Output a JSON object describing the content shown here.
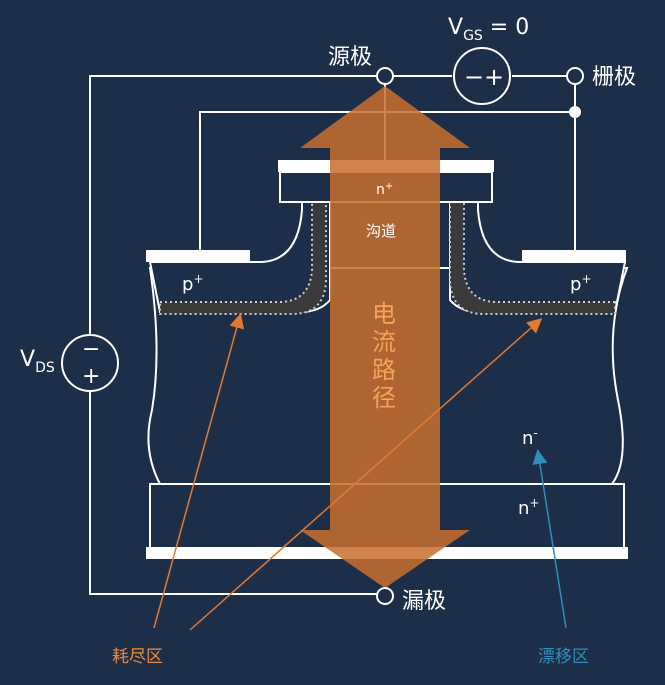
{
  "terminals": {
    "source": "源极",
    "gate": "栅极",
    "drain": "漏极"
  },
  "vgs": {
    "v": "V",
    "sub": "GS",
    "eq": " = 0"
  },
  "vds": {
    "v": "V",
    "sub": "DS"
  },
  "battery_signs": {
    "minus": "−",
    "plus": "+"
  },
  "regions": {
    "n_plus_top": "n",
    "n_plus_top_sup": "+",
    "channel": "沟道",
    "p_left": "p",
    "p_left_sup": "+",
    "p_right": "p",
    "p_right_sup": "+",
    "n_minus": "n",
    "n_minus_sup": "-",
    "n_plus_bottom": "n",
    "n_plus_bottom_sup": "+"
  },
  "current_path": "电流路径",
  "annotations": {
    "depletion": "耗尽区",
    "drift": "漂移区"
  },
  "colors": {
    "background": "#1c2e48",
    "arrow": "#c86e2e",
    "depletion_label": "#f08a3a",
    "drift_label": "#2f8fb8",
    "wire": "#ffffff"
  }
}
